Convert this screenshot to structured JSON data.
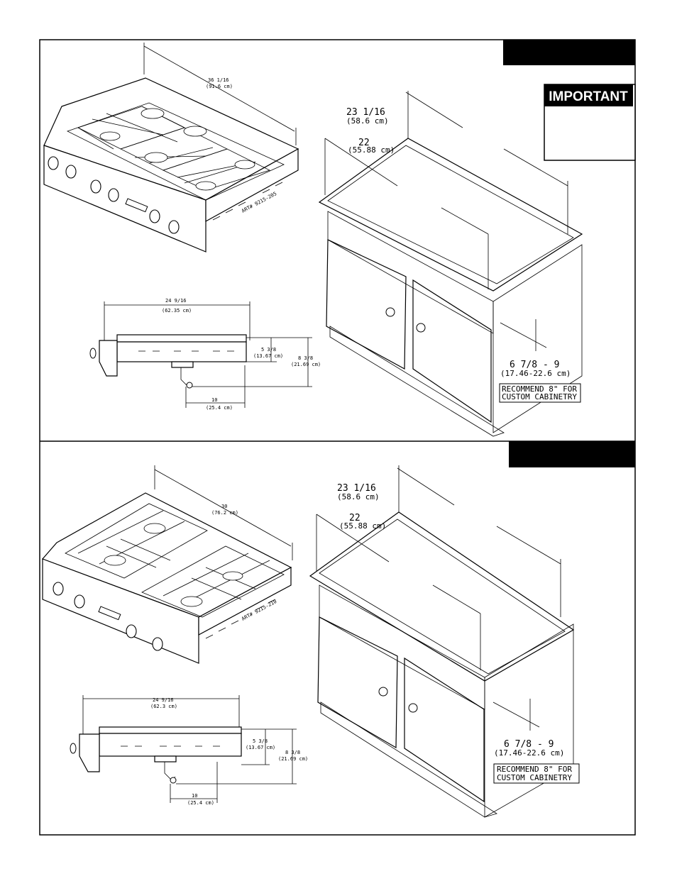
{
  "important_label": "IMPORTANT",
  "panel_top": {
    "cooktop_width": "36 1/16",
    "cooktop_width_cm": "(91.6 cm)",
    "art_number": "ART# 9215-205",
    "side_width": "24 9/16",
    "side_width_cm": "(62.35 cm)",
    "height_a": "5 3/8",
    "height_a_cm": "(13.67 cm)",
    "height_b": "8 3/8",
    "height_b_cm": "(21.69 cm)",
    "gas_offset": "10",
    "gas_offset_cm": "(25.4 cm)",
    "cabinet_depth": "23 1/16",
    "cabinet_depth_cm": "(58.6 cm)",
    "counter_depth": "22",
    "counter_depth_cm": "(55.88 cm)",
    "cutout_depth": "6 7/8 - 9",
    "cutout_depth_cm": "(17.46-22.6 cm)",
    "recommend_line1": "RECOMMEND 8\" FOR",
    "recommend_line2": "CUSTOM CABINETRY"
  },
  "panel_bottom": {
    "cooktop_width": "30",
    "cooktop_width_cm": "(76.2 cm)",
    "art_number": "ART# 9215-210",
    "side_width": "24 9/16",
    "side_width_cm": "(62.3 cm)",
    "height_a": "5 3/8",
    "height_a_cm": "(13.67 cm)",
    "height_b": "8 3/8",
    "height_b_cm": "(21.69 cm)",
    "gas_offset": "10",
    "gas_offset_cm": "(25.4 cm)",
    "cabinet_depth": "23 1/16",
    "cabinet_depth_cm": "(58.6 cm)",
    "counter_depth": "22",
    "counter_depth_cm": "(55.88 cm)",
    "cutout_depth": "6 7/8 - 9",
    "cutout_depth_cm": "(17.46-22.6 cm)",
    "recommend_line1": "RECOMMEND 8\" FOR",
    "recommend_line2": "CUSTOM CABINETRY"
  }
}
